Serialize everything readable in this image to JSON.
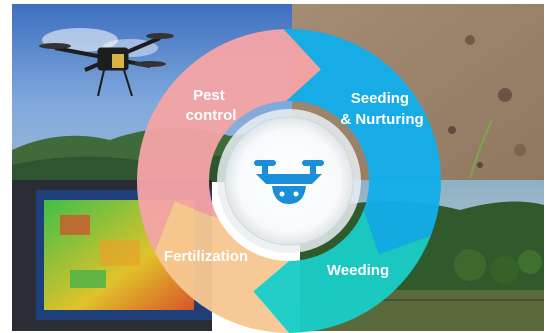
{
  "diagram": {
    "segments": [
      {
        "key": "pest",
        "label_lines": [
          "Pest",
          "control"
        ],
        "color": "#f4a3a6"
      },
      {
        "key": "seeding",
        "label_lines": [
          "Seeding",
          "& Nurturing"
        ],
        "color": "#12aeea"
      },
      {
        "key": "weeding",
        "label_lines": [
          "Weeding"
        ],
        "color": "#19cdc6"
      },
      {
        "key": "fertilization",
        "label_lines": [
          "Fertilization"
        ],
        "color": "#f7c792"
      }
    ],
    "center_icon": "drone-icon",
    "icon_color": "#1a8fd8",
    "background_scenes": [
      "drone-photo",
      "soil-photo",
      "field-map-screen",
      "orchard-photo"
    ]
  }
}
